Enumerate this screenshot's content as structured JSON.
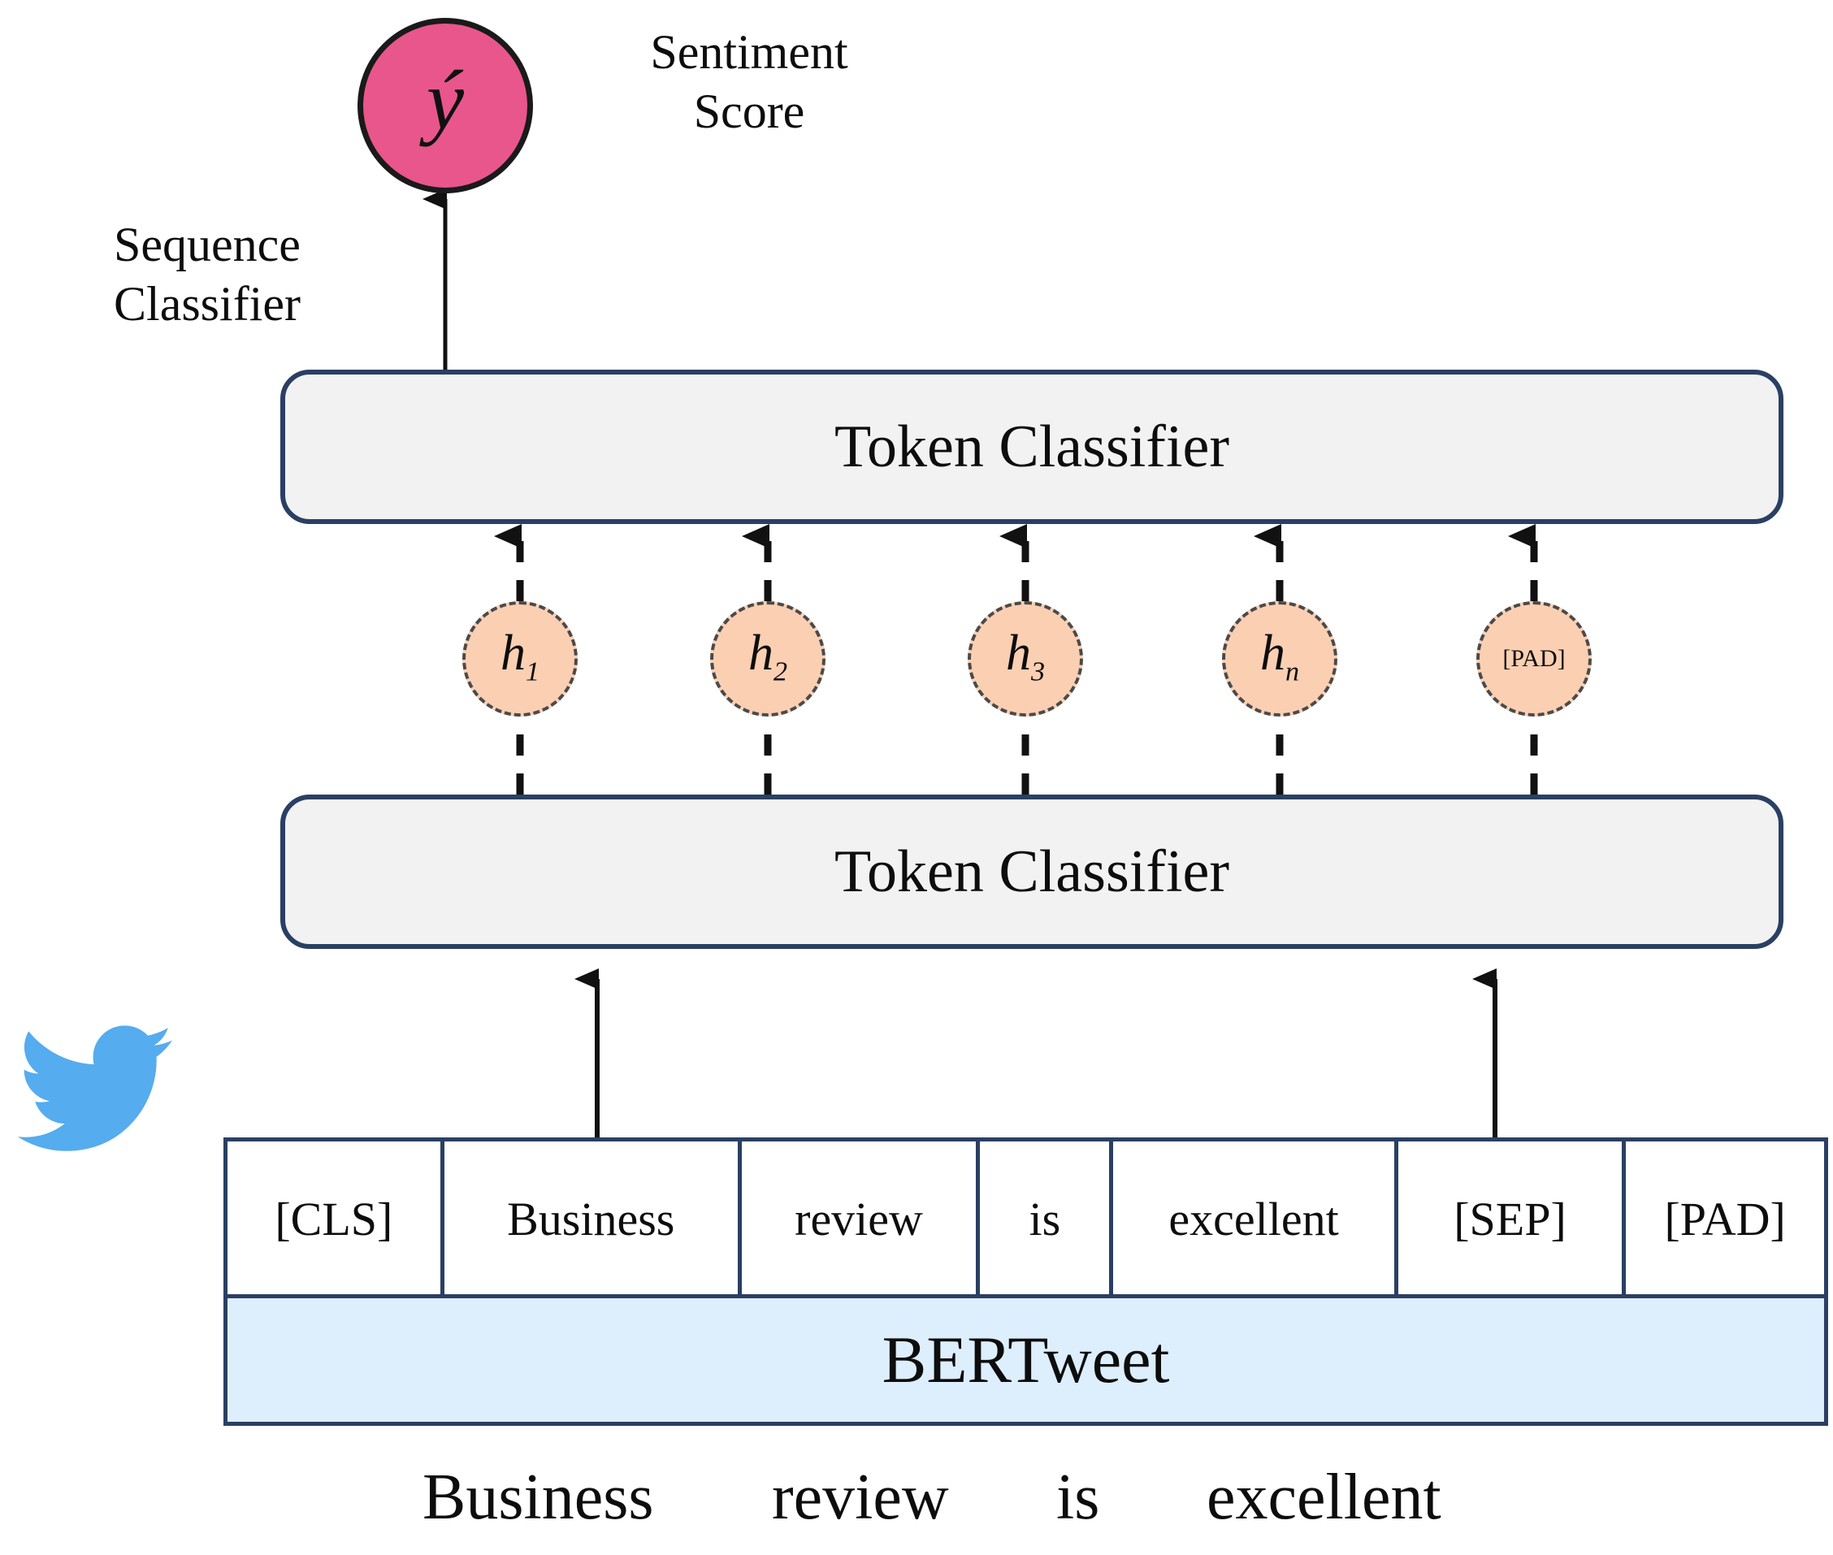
{
  "diagram": {
    "title_glyph": "ý",
    "output_node": {
      "name": "sentiment-score-node",
      "label": "ý",
      "color": "#e8568c"
    },
    "captions": {
      "sentiment_score": "Sentiment\nScore",
      "sequence_classifier": "Sequence\nClassifier"
    },
    "classifiers": [
      {
        "id": "upper",
        "label": "Token Classifier"
      },
      {
        "id": "lower",
        "label": "Token Classifier"
      }
    ],
    "hidden_states": [
      {
        "base": "h",
        "sub": "1",
        "text": "h1",
        "kind": "hidden"
      },
      {
        "base": "h",
        "sub": "2",
        "text": "h2",
        "kind": "hidden"
      },
      {
        "base": "h",
        "sub": "3",
        "text": "h3",
        "kind": "hidden"
      },
      {
        "base": "h",
        "sub": "n",
        "text": "hn",
        "kind": "hidden"
      },
      {
        "base": "[PAD]",
        "sub": "",
        "text": "[PAD]",
        "kind": "pad"
      }
    ],
    "hidden_state_fill": "#fbcfb2",
    "tokens": [
      "[CLS]",
      "Business",
      "review",
      "is",
      "excellent",
      "[SEP]",
      "[PAD]"
    ],
    "encoder": {
      "label": "BERTweet",
      "fill": "#ddeefc"
    },
    "input_sentence": [
      "Business",
      "review",
      "is",
      "excellent"
    ],
    "icons": {
      "twitter": {
        "name": "twitter-bird-icon",
        "color": "#55acee"
      }
    },
    "colors": {
      "border_navy": "#2a3f63",
      "bar_fill": "#f2f2f2",
      "accent_pink": "#e8568c",
      "accent_peach": "#fbcfb2",
      "encoder_blue": "#ddeefc",
      "twitter_blue": "#55acee"
    }
  }
}
